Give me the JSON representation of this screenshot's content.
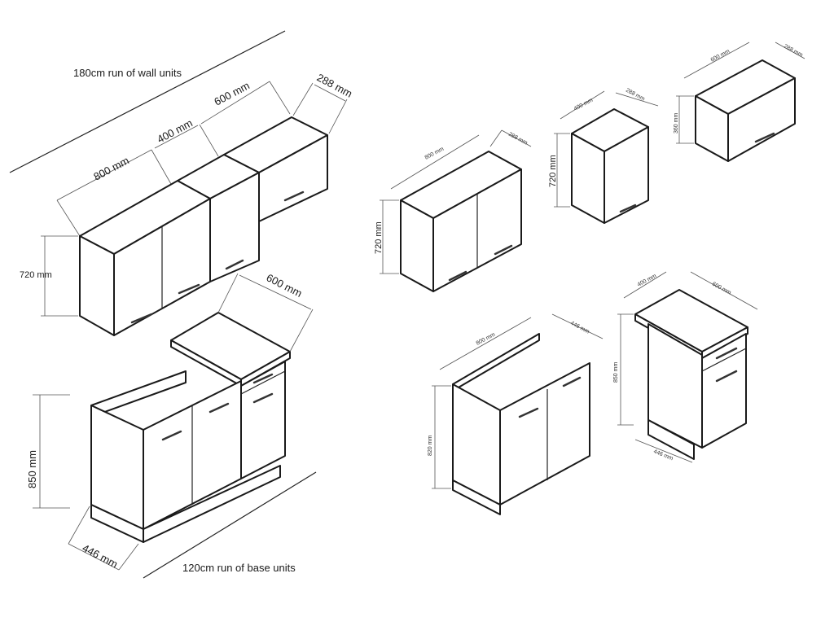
{
  "diagram": {
    "title_wall": "180cm run of wall units",
    "title_base": "120cm run of base units",
    "assembly": {
      "wall_units": {
        "widths": [
          "800 mm",
          "400 mm",
          "600 mm"
        ],
        "depth": "288 mm",
        "height": "720 mm"
      },
      "base_units": {
        "depth_top": "600 mm",
        "height": "850 mm",
        "depth_bottom": "446 mm"
      }
    },
    "units": [
      {
        "id": "wall-800",
        "width": "800 mm",
        "depth": "288 mm",
        "height": "720 mm",
        "doors": 2
      },
      {
        "id": "wall-400",
        "width": "400 mm",
        "depth": "288 mm",
        "height": "720 mm",
        "doors": 1
      },
      {
        "id": "wall-600-flap",
        "width": "600 mm",
        "depth": "288 mm",
        "height": "360 mm",
        "doors": 1
      },
      {
        "id": "base-sink-800",
        "width": "800 mm",
        "depth": "446 mm",
        "height": "820 mm",
        "doors": 2
      },
      {
        "id": "base-400-drawer",
        "width": "400 mm",
        "depth": "600 mm",
        "height": "850 mm",
        "bottom_depth": "446 mm",
        "doors": 1,
        "drawers": 1
      }
    ]
  }
}
